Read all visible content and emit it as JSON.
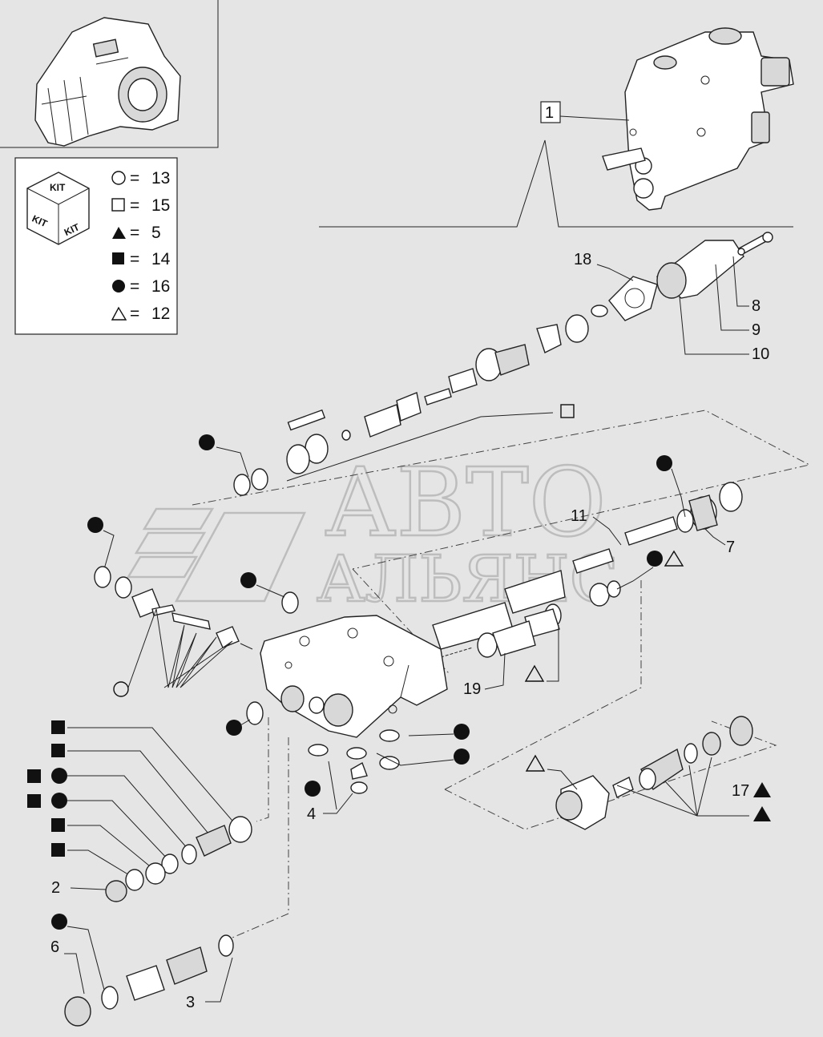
{
  "legend": {
    "kit_label": "KIT",
    "rows": [
      {
        "symbol": "circle-outline",
        "value": "13"
      },
      {
        "symbol": "square-outline",
        "value": "15"
      },
      {
        "symbol": "triangle-filled",
        "value": "5"
      },
      {
        "symbol": "square-filled",
        "value": "14"
      },
      {
        "symbol": "circle-filled",
        "value": "16"
      },
      {
        "symbol": "triangle-outline",
        "value": "12"
      }
    ],
    "equals": "="
  },
  "watermark": {
    "line1": "АВТО",
    "line2": "АЛЬЯНС"
  },
  "callouts": {
    "c1": "1",
    "c2": "2",
    "c3": "3",
    "c4": "4",
    "c6": "6",
    "c7": "7",
    "c8": "8",
    "c9": "9",
    "c10": "10",
    "c11": "11",
    "c17": "17",
    "c18": "18",
    "c19": "19"
  },
  "colors": {
    "background": "#e5e5e5",
    "ink": "#111111",
    "panel": "#ffffff"
  }
}
